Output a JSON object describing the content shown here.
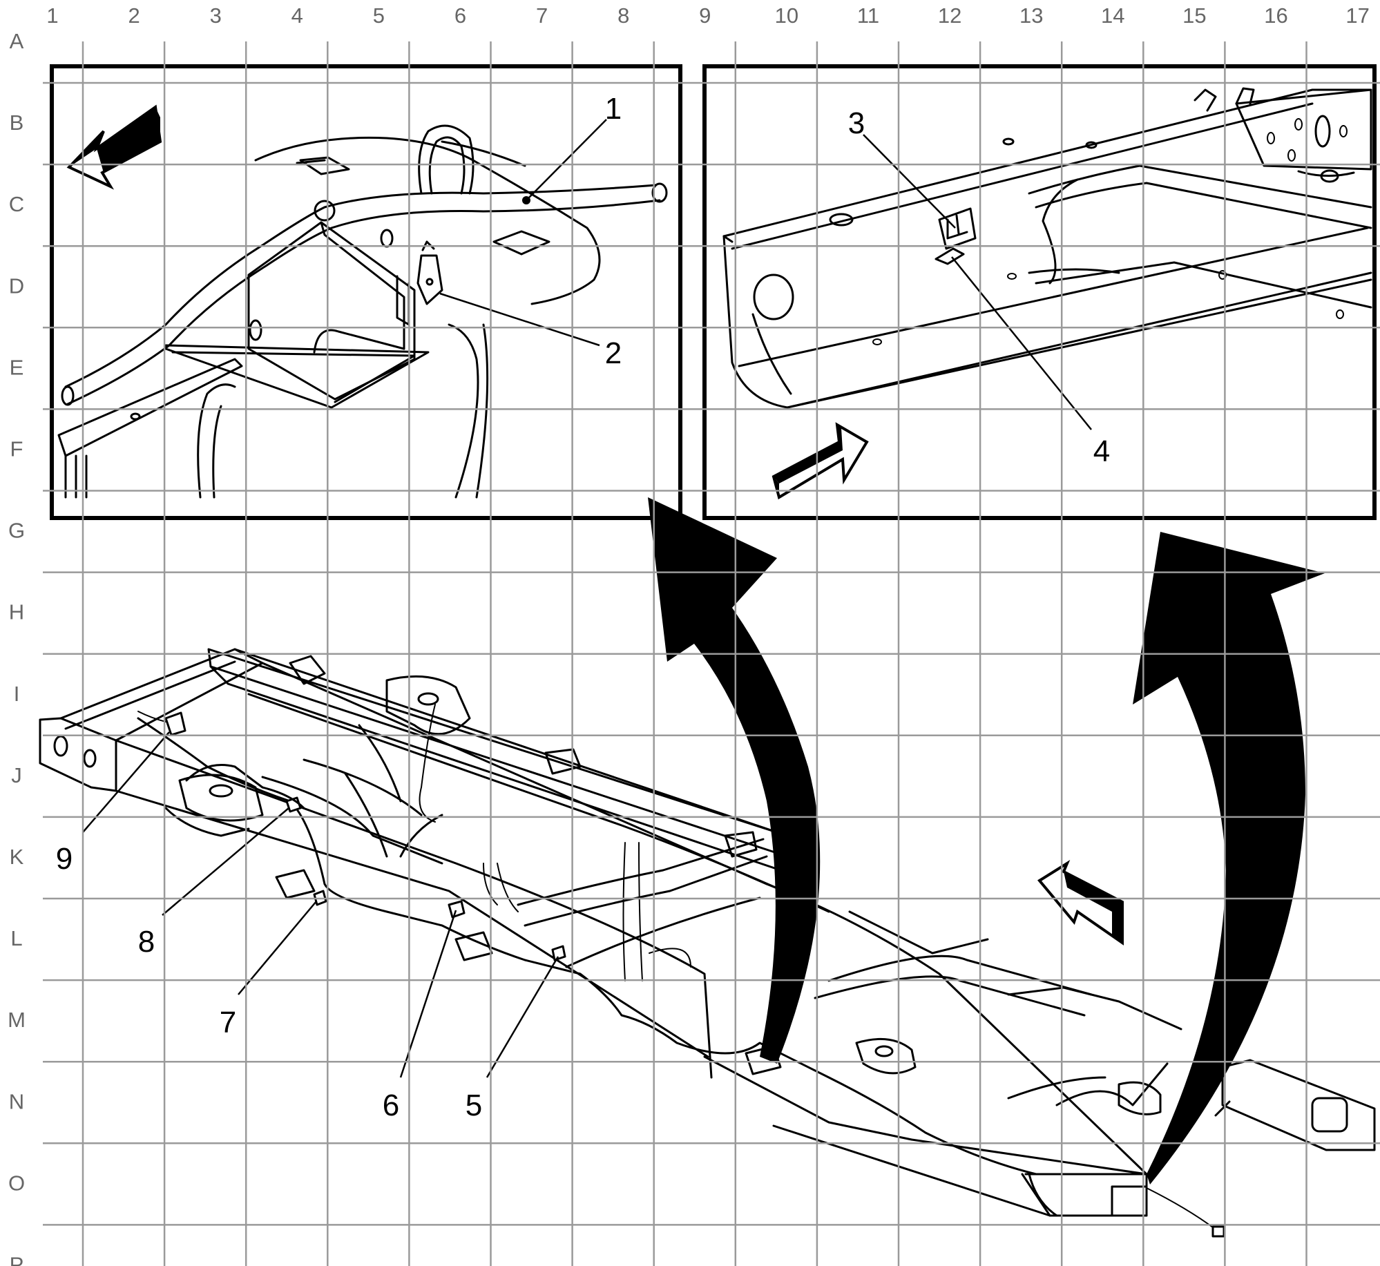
{
  "grid": {
    "columns": [
      "1",
      "2",
      "3",
      "4",
      "5",
      "6",
      "7",
      "8",
      "9",
      "10",
      "11",
      "12",
      "13",
      "14",
      "15",
      "16",
      "17"
    ],
    "rows": [
      "A",
      "B",
      "C",
      "D",
      "E",
      "F",
      "G",
      "H",
      "I",
      "J",
      "K",
      "L",
      "M",
      "N",
      "O",
      "P"
    ]
  },
  "callouts": [
    "1",
    "2",
    "3",
    "4",
    "5",
    "6",
    "7",
    "8",
    "9"
  ],
  "colors": {
    "ink": "#000000",
    "grid": "#9a9a9a",
    "coordinate_text": "#666666",
    "background": "#ffffff"
  }
}
